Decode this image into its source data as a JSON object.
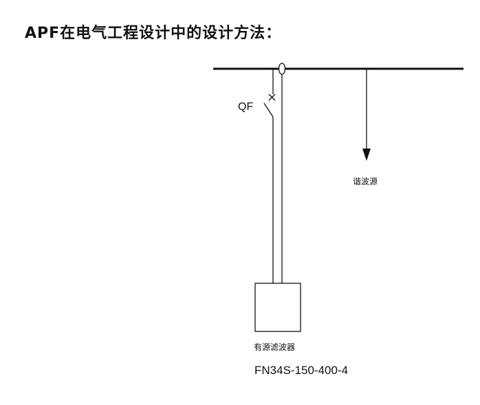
{
  "title": "APF在电气工程设计中的设计方法：",
  "labels": {
    "breaker": "QF",
    "harmonic_source": "谐波源",
    "active_filter": "有源滤波器",
    "model_number": "FN34S-150-400-4"
  }
}
